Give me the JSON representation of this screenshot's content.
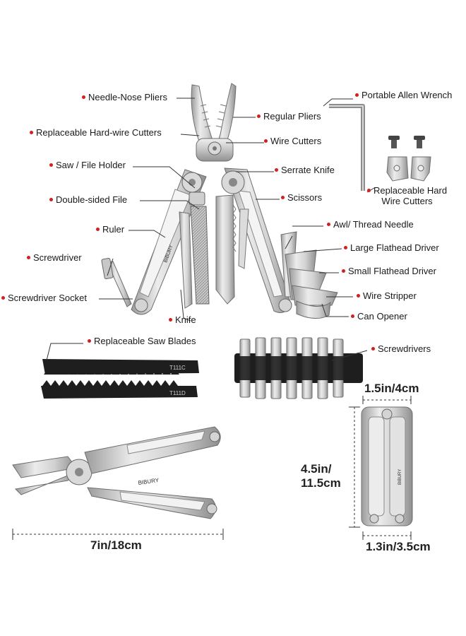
{
  "callouts": {
    "needle_nose_pliers": "Needle-Nose Pliers",
    "regular_pliers": "Regular Pliers",
    "portable_allen_wrench": "Portable Allen Wrench",
    "replaceable_hardwire_cutters": "Replaceable Hard-wire Cutters",
    "wire_cutters": "Wire Cutters",
    "saw_file_holder": "Saw / File Holder",
    "serrate_knife": "Serrate Knife",
    "replaceable_hard_wire_cutters_line1": "Replaceable Hard",
    "replaceable_hard_wire_cutters_line2": "Wire Cutters",
    "double_sided_file": "Double-sided File",
    "scissors": "Scissors",
    "ruler": "Ruler",
    "awl_thread_needle": "Awl/ Thread Needle",
    "screwdriver": "Screwdriver",
    "large_flathead_driver": "Large Flathead Driver",
    "small_flathead_driver": "Small Flathead Driver",
    "screwdriver_socket": "Screwdriver Socket",
    "wire_stripper": "Wire Stripper",
    "knife": "Knife",
    "can_opener": "Can Opener",
    "replaceable_saw_blades": "Replaceable Saw Blades",
    "screwdrivers": "Screwdrivers"
  },
  "dimensions": {
    "width_closed": "1.5in/4cm",
    "height_line1": "4.5in/",
    "height_line2": "11.5cm",
    "depth": "1.3in/3.5cm",
    "open_length": "7in/18cm"
  },
  "engravings": {
    "brand": "BIBURY",
    "saw_code_1": "T111C",
    "saw_code_2": "T111D"
  },
  "colors": {
    "accent_dot": "#d21f1f",
    "steel_light": "#e6e6e6",
    "steel_mid": "#bdbdbd",
    "steel_dark": "#7a7a7a",
    "blade_black": "#1e1e1e",
    "line": "#333333"
  },
  "icons": {
    "bullet": "red-dot-icon"
  }
}
